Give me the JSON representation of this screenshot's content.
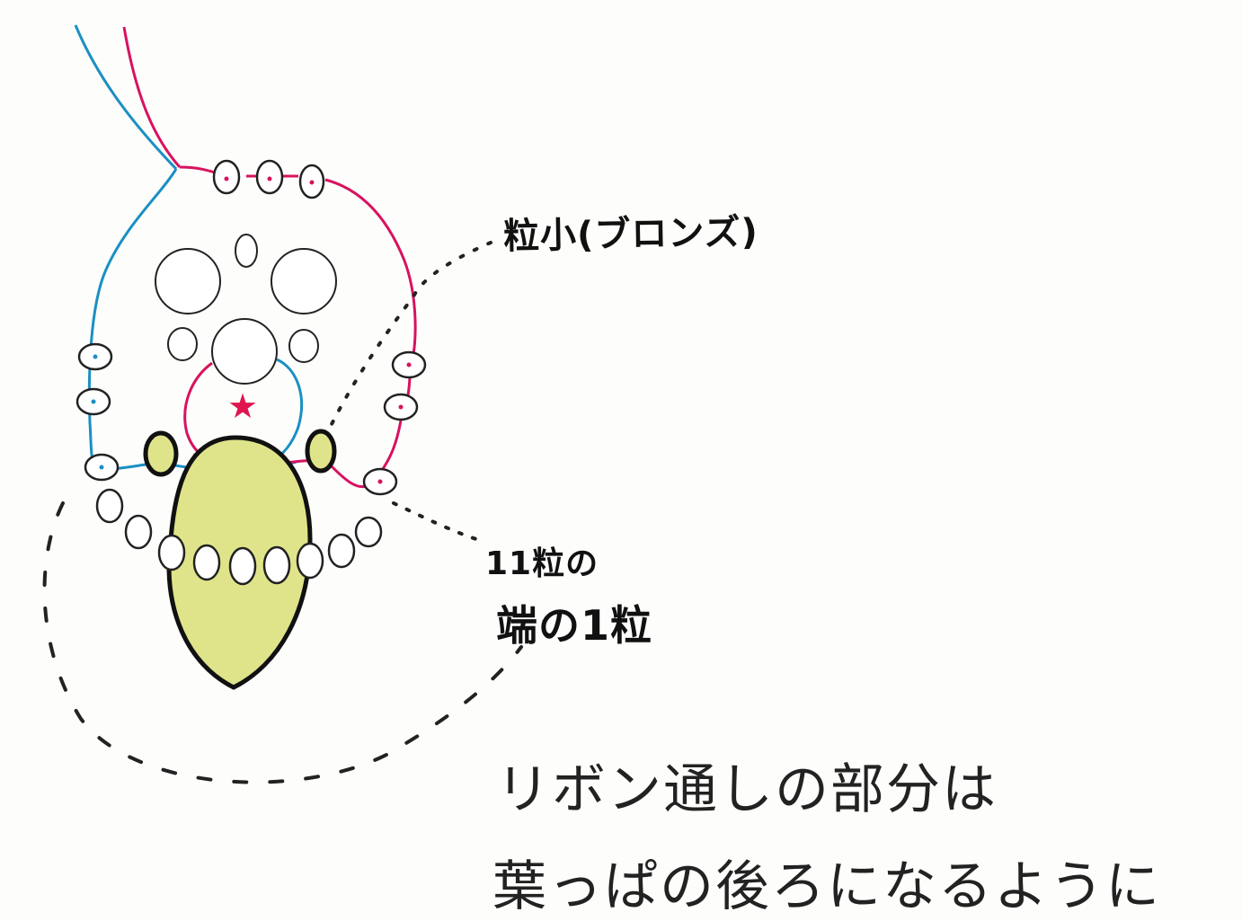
{
  "labels": {
    "small_bronze": "粒小(ブロンズ)",
    "count_11": "11粒の",
    "end_one": "端の1粒"
  },
  "caption": {
    "line1": "リボン通しの部分は",
    "line2": "葉っぱの後ろになるように"
  },
  "colors": {
    "thread_blue": "#1b8fc4",
    "thread_pink": "#d8125f",
    "leaf_fill": "#dfe48a",
    "outline": "#111111",
    "star": "#e0154f"
  },
  "icons": [
    "star-icon"
  ]
}
